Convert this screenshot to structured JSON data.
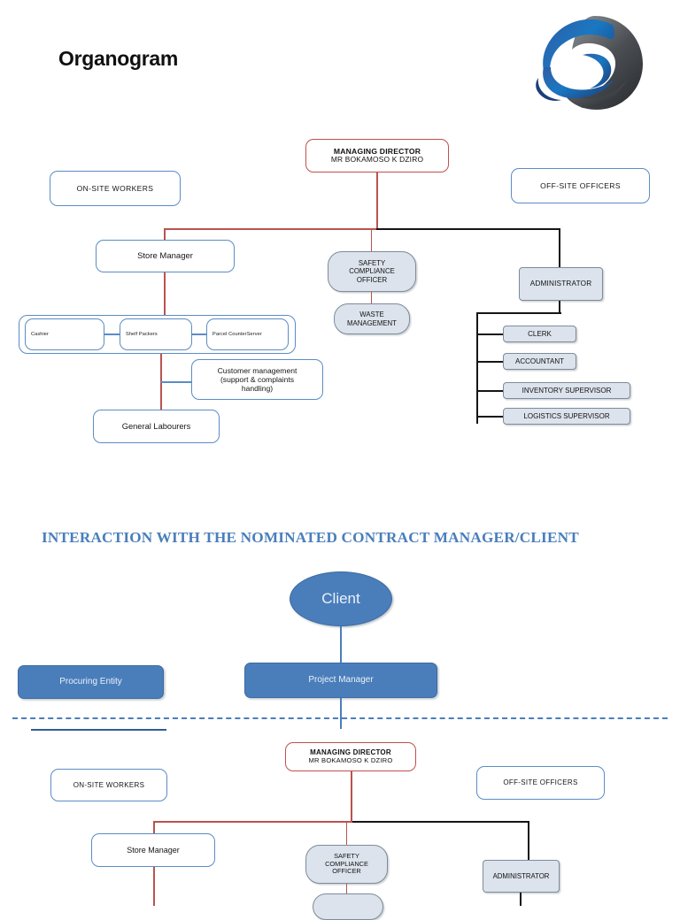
{
  "document": {
    "title": "Organogram",
    "logo_icon": "company-sphere-logo"
  },
  "org_chart": {
    "managing_director": {
      "title": "MANAGING DIRECTOR",
      "name": "MR BOKAMOSO K DZIRO"
    },
    "group_labels": {
      "onsite": "ON-SITE WORKERS",
      "offsite": "OFF-SITE OFFICERS"
    },
    "onsite_branch": {
      "store_manager": "Store Manager",
      "floor_roles": [
        "Cashier",
        "Shelf Packers",
        "Parcel CounterServer"
      ],
      "customer_management": "Customer management (support & complaints handling)",
      "customer_management_lines": [
        "Customer management",
        "(support & complaints",
        "handling)"
      ],
      "general_labourers": "General Labourers"
    },
    "safety_branch": {
      "safety_officer": "SAFETY COMPLIANCE OFFICER",
      "safety_officer_lines": [
        "SAFETY",
        "COMPLIANCE",
        "OFFICER"
      ],
      "waste_management": "WASTE MANAGEMENT",
      "waste_management_lines": [
        "WASTE",
        "MANAGEMENT"
      ]
    },
    "offsite_branch": {
      "administrator": "ADMINISTRATOR",
      "reports": [
        "CLERK",
        "ACCOUNTANT",
        "INVENTORY SUPERVISOR",
        "LOGISTICS SUPERVISOR"
      ]
    }
  },
  "interaction_section": {
    "heading": "INTERACTION WITH THE NOMINATED CONTRACT MANAGER/CLIENT",
    "client": "Client",
    "project_manager": "Project Manager",
    "procuring_entity": "Procuring Entity",
    "managing_director": {
      "title": "MANAGING DIRECTOR",
      "name": "MR BOKAMOSO K DZIRO"
    },
    "group_labels": {
      "onsite": "ON-SITE WORKERS",
      "offsite": "OFF-SITE OFFICERS"
    },
    "store_manager": "Store Manager",
    "safety_officer_lines": [
      "SAFETY",
      "COMPLIANCE",
      "OFFICER"
    ],
    "administrator": "ADMINISTRATOR"
  },
  "colors": {
    "accent_blue": "#4A7EBB",
    "outline_blue": "#5B8CC4",
    "red": "#C0504D",
    "gray_fill": "#DCE3EC",
    "black": "#151515"
  }
}
